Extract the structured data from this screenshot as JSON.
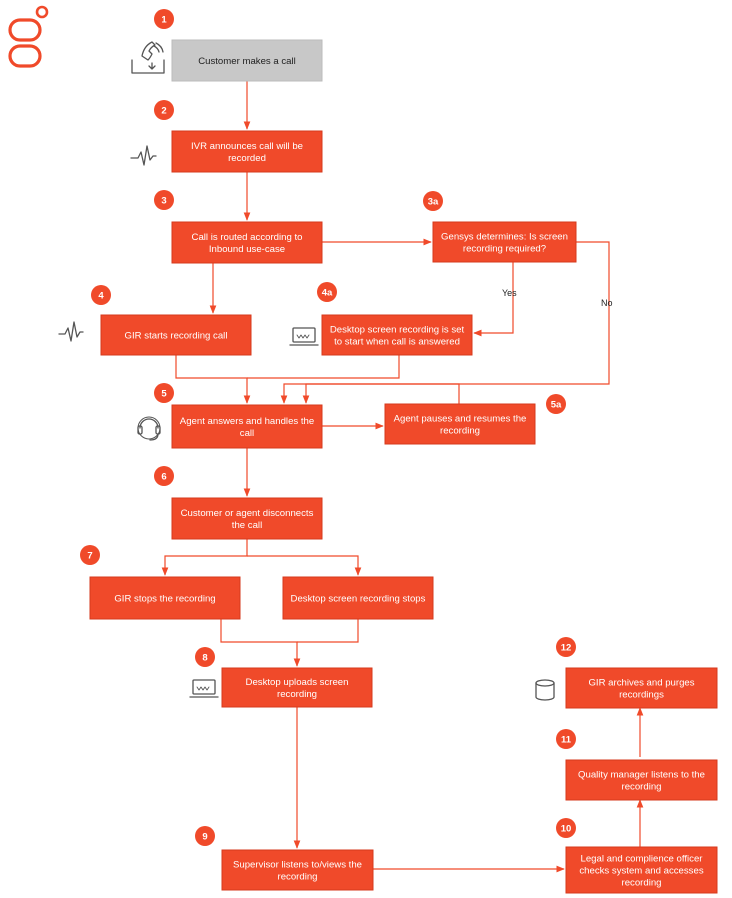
{
  "colors": {
    "box": "#f04a2a",
    "box_border": "#d63a1c",
    "start_box": "#c8c8c8",
    "badge": "#f04a2a",
    "edge": "#f04a2a",
    "logo": "#f04a2a"
  },
  "logo": {
    "icon": "genesys-logo"
  },
  "nodes": {
    "n1": {
      "text": [
        "Customer makes a call"
      ],
      "badge": "1",
      "icon": "phone-touch-icon"
    },
    "n2": {
      "text": [
        "IVR announces call will be",
        "recorded"
      ],
      "badge": "2",
      "icon": "waveform-icon"
    },
    "n3": {
      "text": [
        "Call is routed according to",
        "Inbound use-case"
      ],
      "badge": "3"
    },
    "n3a": {
      "text": [
        "Gensys determines: Is screen",
        "recording required?"
      ],
      "badge": "3a"
    },
    "n4": {
      "text": [
        "GIR starts recording call"
      ],
      "badge": "4",
      "icon": "waveform-icon"
    },
    "n4a": {
      "text": [
        "Desktop screen recording is set",
        "to start when call is answered"
      ],
      "badge": "4a",
      "icon": "laptop-icon"
    },
    "n5": {
      "text": [
        "Agent answers and handles the",
        "call"
      ],
      "badge": "5",
      "icon": "headset-icon"
    },
    "n5a": {
      "text": [
        "Agent pauses and resumes the",
        "recording"
      ],
      "badge": "5a"
    },
    "n6": {
      "text": [
        "Customer or agent disconnects",
        "the call"
      ],
      "badge": "6"
    },
    "n7a": {
      "text": [
        "GIR stops the recording"
      ],
      "badge": "7"
    },
    "n7b": {
      "text": [
        "Desktop screen recording stops"
      ]
    },
    "n8": {
      "text": [
        "Desktop uploads screen",
        "recording"
      ],
      "badge": "8",
      "icon": "laptop-icon"
    },
    "n9": {
      "text": [
        "Supervisor listens to/views the",
        "recording"
      ],
      "badge": "9"
    },
    "n10": {
      "text": [
        "Legal and complience officer",
        "checks system and accesses",
        "recording"
      ],
      "badge": "10"
    },
    "n11": {
      "text": [
        "Quality manager listens to the",
        "recording"
      ],
      "badge": "11"
    },
    "n12": {
      "text": [
        "GIR archives and purges",
        "recordings"
      ],
      "badge": "12",
      "icon": "database-icon"
    }
  },
  "edge_labels": {
    "yes": "Yes",
    "no": "No"
  }
}
